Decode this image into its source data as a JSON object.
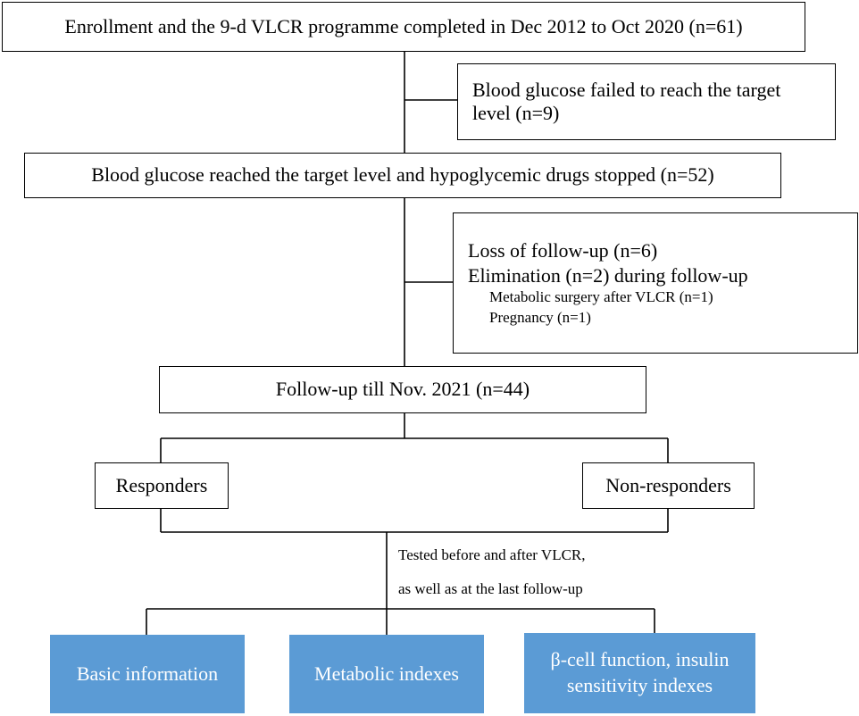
{
  "flow": {
    "enrollment": "Enrollment and the 9-d VLCR programme completed in Dec 2012 to Oct 2020 (n=61)",
    "excluded_1_line1": "Blood glucose failed to reach the target",
    "excluded_1_line2": "level (n=9)",
    "target_reached": "Blood glucose reached the target level and hypoglycemic drugs stopped (n=52)",
    "excluded_2": {
      "loss": "Loss of follow-up (n=6)",
      "elimination": "Elimination (n=2) during follow-up",
      "surgery": "Metabolic surgery after VLCR (n=1)",
      "pregnancy": "Pregnancy (n=1)"
    },
    "followup": "Follow-up till Nov. 2021 (n=44)",
    "responders": "Responders",
    "non_responders": "Non-responders",
    "tested_line1": "Tested before and after VLCR,",
    "tested_line2": "as well as at the last follow-up",
    "outcomes": {
      "basic": "Basic information",
      "metabolic": "Metabolic indexes",
      "beta_line1": "β-cell function, insulin",
      "beta_line2": "sensitivity indexes"
    }
  },
  "colors": {
    "outcome_fill": "#5b9bd5",
    "outcome_text": "#ffffff",
    "line": "#000000"
  }
}
